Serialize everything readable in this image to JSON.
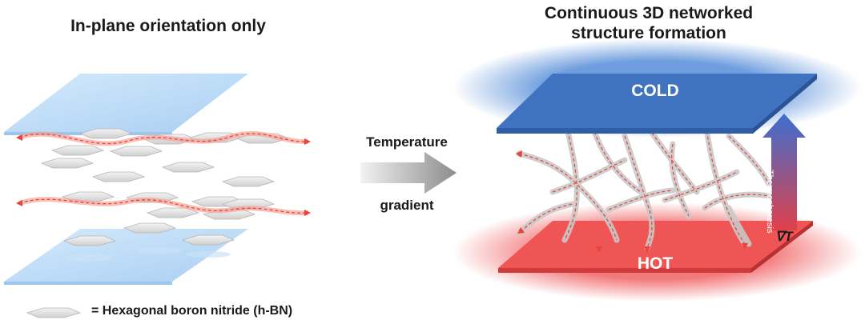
{
  "left_panel": {
    "title": "In-plane orientation only"
  },
  "right_panel": {
    "title_line1": "Continuous 3D networked",
    "title_line2": "structure formation",
    "cold_label": "COLD",
    "hot_label": "HOT",
    "thermophoresis_label": "Thermophoresis",
    "nabla_label": "∇T"
  },
  "center_arrow": {
    "label_top": "Temperature",
    "label_bottom": "gradient"
  },
  "legend": {
    "text": "= Hexagonal boron nitride (h-BN)"
  },
  "colors": {
    "cold_plate": "#3c73bd",
    "hot_plate": "#e84b4b",
    "light_plate": "#bcdcf7",
    "flake": "#e6e6e6",
    "heat_path": "#f07060"
  }
}
